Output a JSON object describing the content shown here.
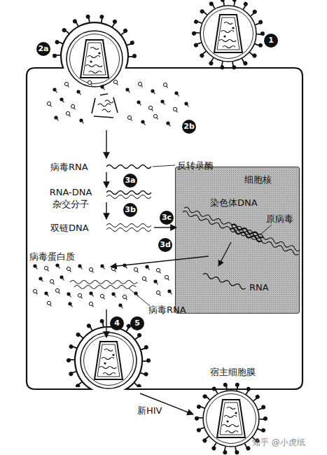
{
  "diagram": {
    "nodes": [
      {
        "text": [
          "宿主细胞膜"
        ]
      },
      {
        "text": [
          "细胞核"
        ],
        "in": 0
      }
    ],
    "labels": [
      "1",
      "2a",
      "2b",
      "病毒RNA",
      "反转录酶",
      "3a",
      "RNA-DNA 杂交分子",
      "3b",
      "双链DNA",
      "3c",
      "染色体DNA",
      "原病毒",
      "RNA",
      "3d",
      "病毒蛋白质",
      "病毒RNA",
      "4",
      "、",
      "5",
      "新HIV",
      "知乎 @小虎纸"
    ]
  }
}
